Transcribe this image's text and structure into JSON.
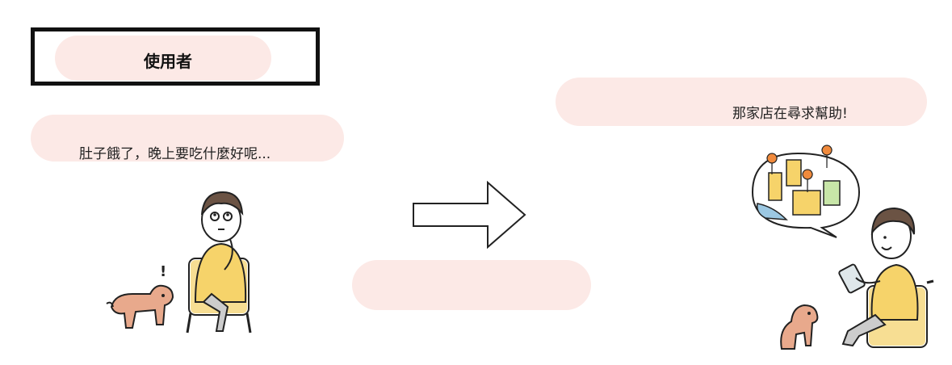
{
  "user_box": {
    "label": "使用者"
  },
  "left_scene": {
    "thought": "肚子餓了，晚上要吃什麼好呢..."
  },
  "right_scene": {
    "caption": "那家店在尋求幫助!"
  },
  "colors": {
    "highlight": "#fce9e6",
    "sweater": "#f6d36a",
    "hair": "#6b5344",
    "dog": "#e8a98c",
    "chair": "#f0c23a",
    "map_pin": "#f08a3c"
  }
}
